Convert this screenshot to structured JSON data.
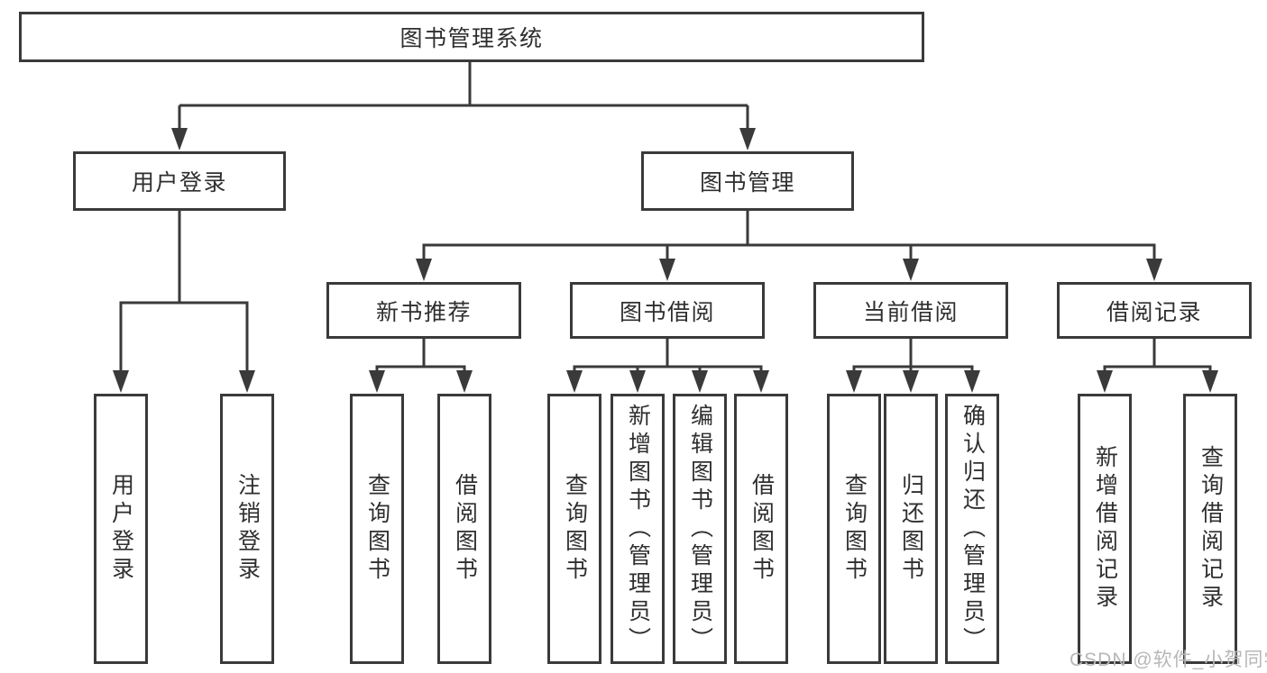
{
  "diagram": {
    "watermark": "CSDN @软件_小贺同学",
    "colors": {
      "line": "#3a3a3a",
      "box_border": "#3a3a3a",
      "text": "#2f2f2f",
      "watermark": "#b7b7b7",
      "background": "#ffffff"
    },
    "tree": {
      "label": "图书管理系统",
      "children": [
        {
          "label": "用户登录",
          "children": [
            {
              "label": "用户登录"
            },
            {
              "label": "注销登录"
            }
          ]
        },
        {
          "label": "图书管理",
          "children": [
            {
              "label": "新书推荐",
              "children": [
                {
                  "label": "查询图书"
                },
                {
                  "label": "借阅图书"
                }
              ]
            },
            {
              "label": "图书借阅",
              "children": [
                {
                  "label": "查询图书"
                },
                {
                  "label": "新增图书（管理员）"
                },
                {
                  "label": "编辑图书（管理员）"
                },
                {
                  "label": "借阅图书"
                }
              ]
            },
            {
              "label": "当前借阅",
              "children": [
                {
                  "label": "查询图书"
                },
                {
                  "label": "归还图书"
                },
                {
                  "label": "确认归还（管理员）"
                }
              ]
            },
            {
              "label": "借阅记录",
              "children": [
                {
                  "label": "新增借阅记录"
                },
                {
                  "label": "查询借阅记录"
                }
              ]
            }
          ]
        }
      ]
    }
  }
}
